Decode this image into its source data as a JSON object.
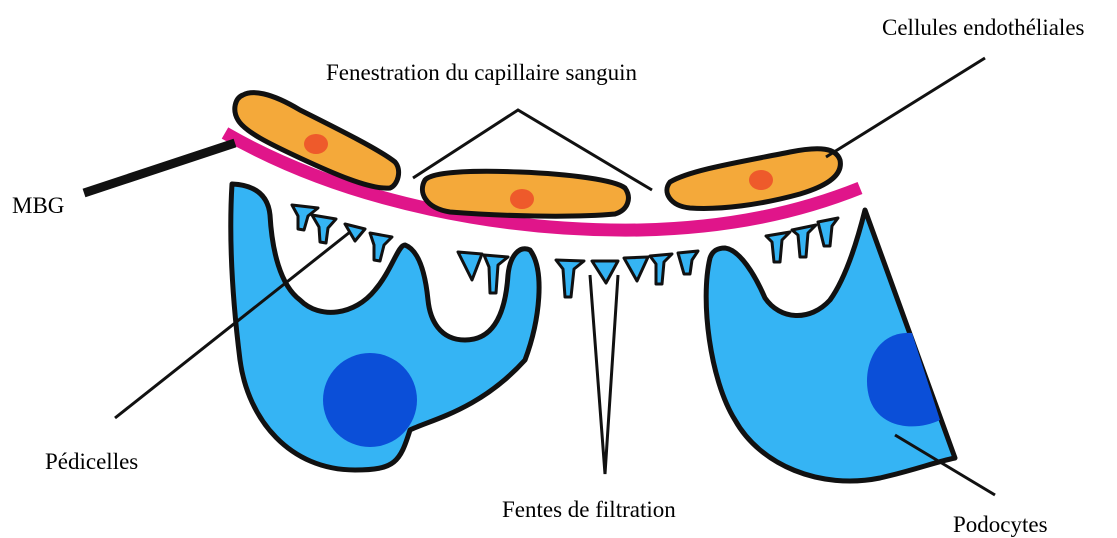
{
  "labels": {
    "mbg": "MBG",
    "pedicelles": "Pédicelles",
    "fenestration": "Fenestration du capillaire sanguin",
    "fentes": "Fentes de filtration",
    "endotheliales": "Cellules endothéliales",
    "podocytes": "Podocytes"
  },
  "colors": {
    "endothelial_cell": "#F4A93A",
    "nucleus_endo": "#EE5A2B",
    "basement_membrane": "#E0158A",
    "podocyte": "#35B4F4",
    "podocyte_nucleus": "#0B4FD8",
    "outline": "#111111"
  }
}
